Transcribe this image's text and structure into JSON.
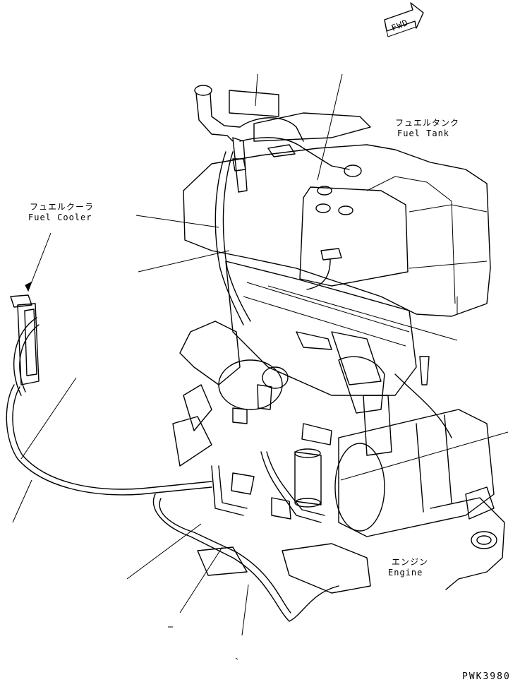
{
  "fwd_label": "FWD",
  "labels": {
    "fuel_tank_jp": "フュエルタンク",
    "fuel_tank_en": "Fuel Tank",
    "fuel_cooler_jp": "フュエルクーラ",
    "fuel_cooler_en": "Fuel Cooler",
    "engine_jp": "エンジン",
    "engine_en": "Engine"
  },
  "drawing_code": "PWK3980"
}
